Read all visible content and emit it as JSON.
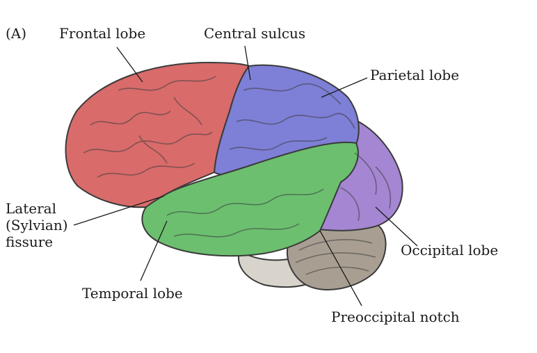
{
  "panel_label": "(A)",
  "labels": {
    "frontal": "Frontal lobe",
    "central": "Central sulcus",
    "parietal": "Parietal lobe",
    "lateral_line1": "Lateral",
    "lateral_line2": "(Sylvian)",
    "lateral_line3": "fissure",
    "temporal": "Temporal lobe",
    "occipital": "Occipital lobe",
    "preoccipital": "Preoccipital notch"
  },
  "colors": {
    "frontal": "#d96b6b",
    "parietal": "#7e7fd6",
    "temporal": "#6cbf6f",
    "occipital": "#a486d2",
    "cerebellum": "#a89f92",
    "brainstem": "#d8d4cc",
    "outline": "#3a3a3a"
  }
}
